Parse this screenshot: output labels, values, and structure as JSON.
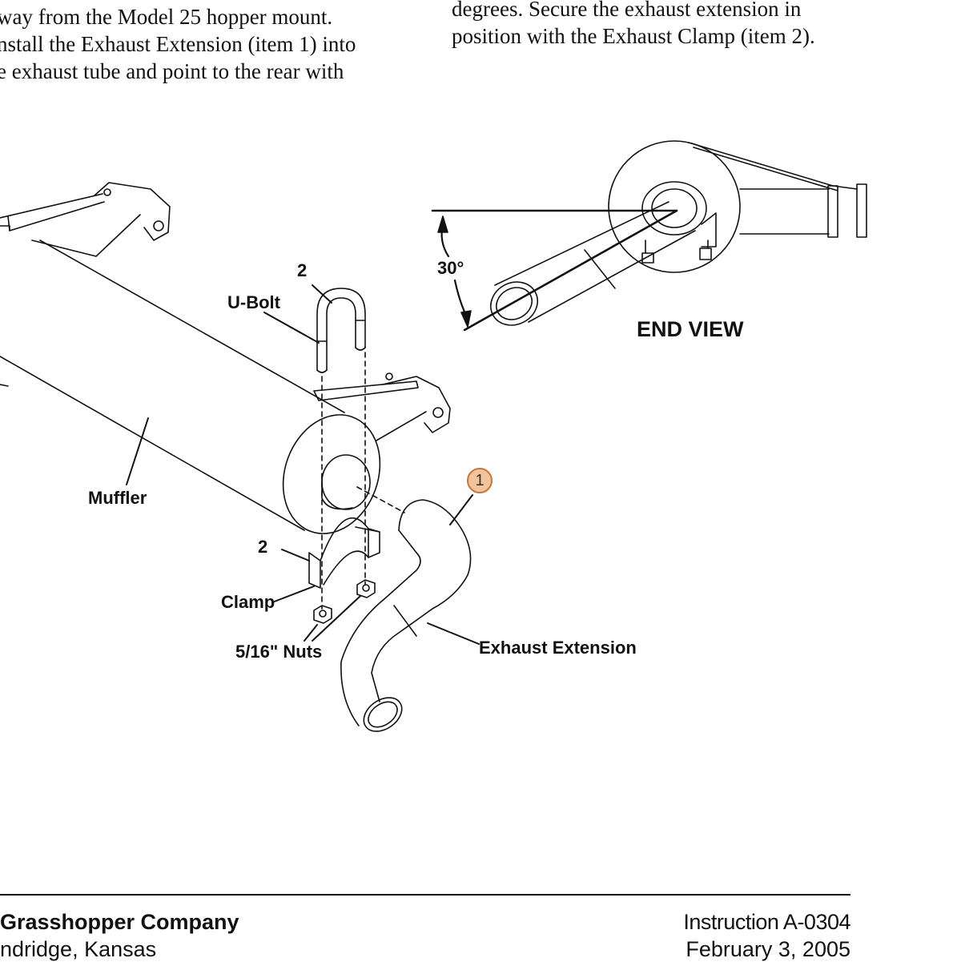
{
  "text": {
    "left_column": [
      "way from the Model 25 hopper mount.",
      "nstall the Exhaust Extension (item 1) into",
      "e exhaust tube and point to the rear with"
    ],
    "right_column": [
      "degrees.  Secure the exhaust extension in",
      "position with the Exhaust Clamp (item 2)."
    ]
  },
  "figure": {
    "labels": {
      "ubolt_qty": "2",
      "ubolt": "U-Bolt",
      "angle": "30°",
      "end_view": "END VIEW",
      "muffler": "Muffler",
      "clamp_qty": "2",
      "clamp": "Clamp",
      "nuts": "5/16\" Nuts",
      "exhaust_extension": "Exhaust Extension"
    },
    "callout": "1",
    "colors": {
      "callout_fill": "#f2c49c",
      "callout_border": "#c8773c"
    }
  },
  "footer": {
    "company": "Grasshopper Company",
    "location": "ndridge, Kansas",
    "instruction": "Instruction A-0304",
    "date": "February 3, 2005"
  }
}
